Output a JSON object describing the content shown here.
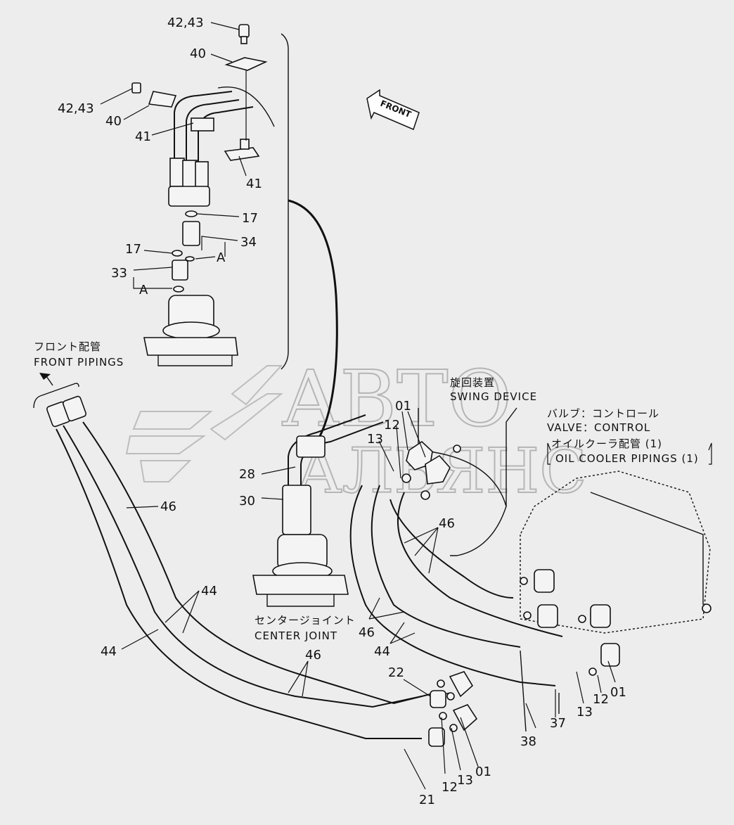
{
  "watermark": {
    "line1": "АВТО",
    "line2": "АЛЬЯНС"
  },
  "front_arrow": "FRONT",
  "captions": {
    "front_pipings_jp": "フロント配管",
    "front_pipings_en": "FRONT PIPINGS",
    "swing_device_jp": "旋回装置",
    "swing_device_en": "SWING DEVICE",
    "valve_control_jp": "バルブ：コントロール",
    "valve_control_en": "VALVE：CONTROL",
    "oil_cooler_jp": "オイルクーラ配管 (1)",
    "oil_cooler_en": "OIL COOLER PIPINGS (1)",
    "center_joint_jp": "センタージョイント",
    "center_joint_en": "CENTER JOINT"
  },
  "callouts": {
    "c42_43_top": "42,43",
    "c40_top": "40",
    "c42_43_left": "42,43",
    "c40_left": "40",
    "c41_left": "41",
    "c41_right": "41",
    "c17_right": "17",
    "c34": "34",
    "c17_left": "17",
    "cA_right": "A",
    "c33": "33",
    "cA_left": "A",
    "c01_top": "01",
    "c12_top": "12",
    "c13_top": "13",
    "c28": "28",
    "c30": "30",
    "c46_left": "46",
    "c46_mid": "46",
    "c44_upper": "44",
    "c44_left": "44",
    "c46_center": "46",
    "c44_center": "44",
    "c46_bottom": "46",
    "c22": "22",
    "c38": "38",
    "c37": "37",
    "c13_right": "13",
    "c12_right": "12",
    "c01_right": "01",
    "c21": "21",
    "c12_bottom": "12",
    "c13_bottom": "13",
    "c01_bottom": "01"
  }
}
